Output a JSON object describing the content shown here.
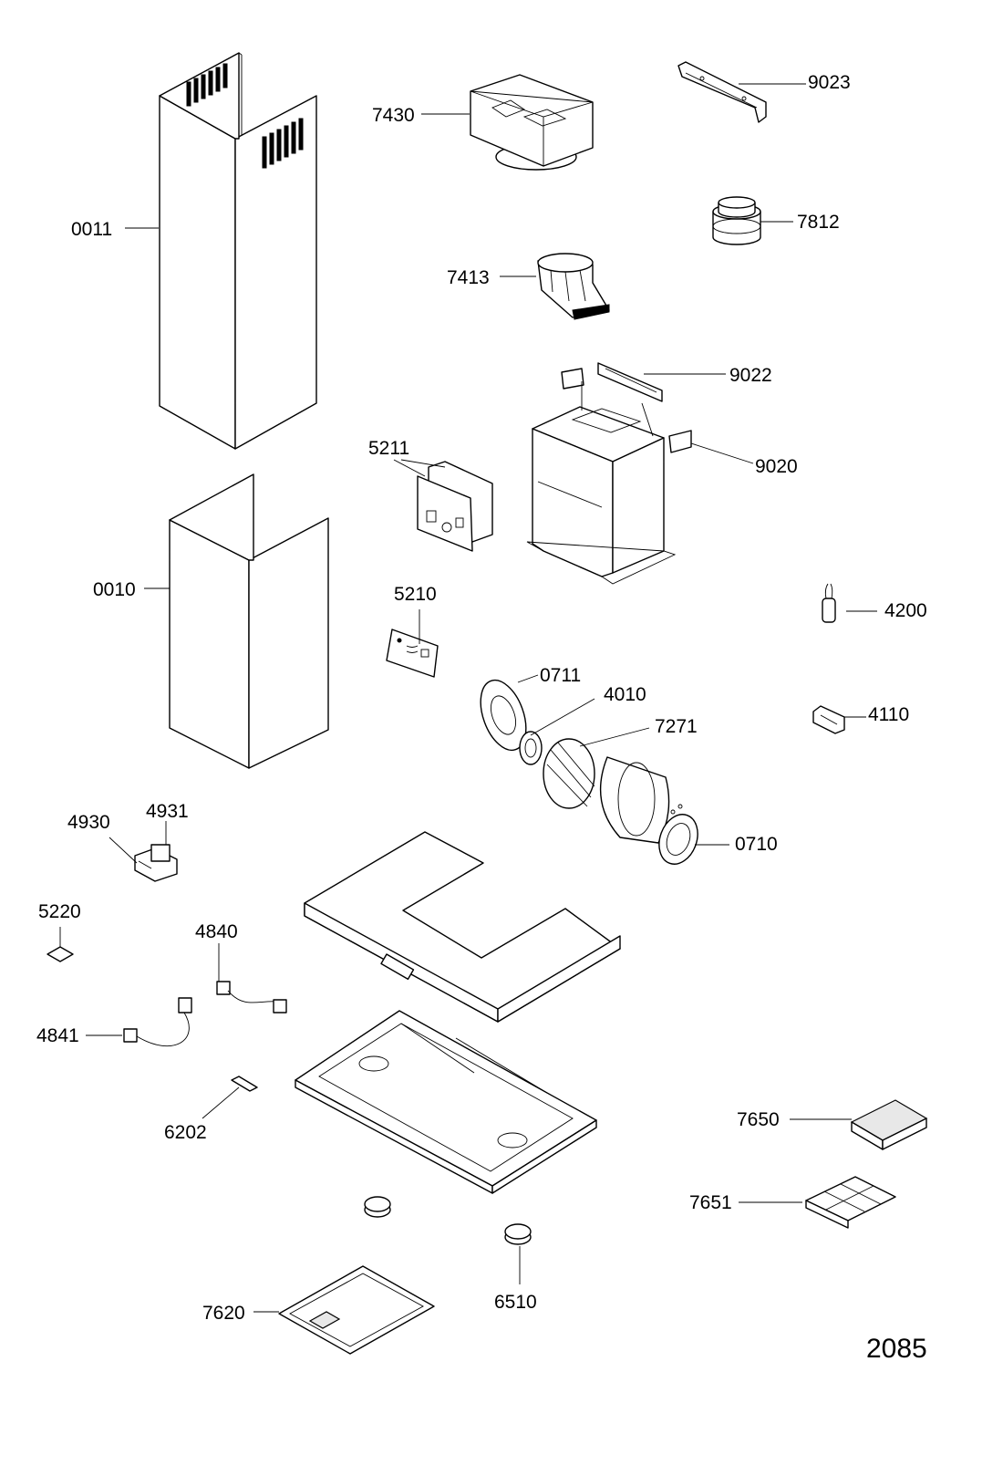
{
  "labels": {
    "p0011": "0011",
    "p0010": "0010",
    "p7430": "7430",
    "p9023": "9023",
    "p7812": "7812",
    "p7413": "7413",
    "p9022": "9022",
    "p9020": "9020",
    "p5211": "5211",
    "p5210": "5210",
    "p4200": "4200",
    "p0711": "0711",
    "p4010": "4010",
    "p7271": "7271",
    "p4110": "4110",
    "p0710": "0710",
    "p4930": "4930",
    "p4931": "4931",
    "p5220": "5220",
    "p4840": "4840",
    "p4841": "4841",
    "p6202": "6202",
    "p7650": "7650",
    "p7651": "7651",
    "p7620": "7620",
    "p6510": "6510"
  },
  "drawing_code": "2085"
}
